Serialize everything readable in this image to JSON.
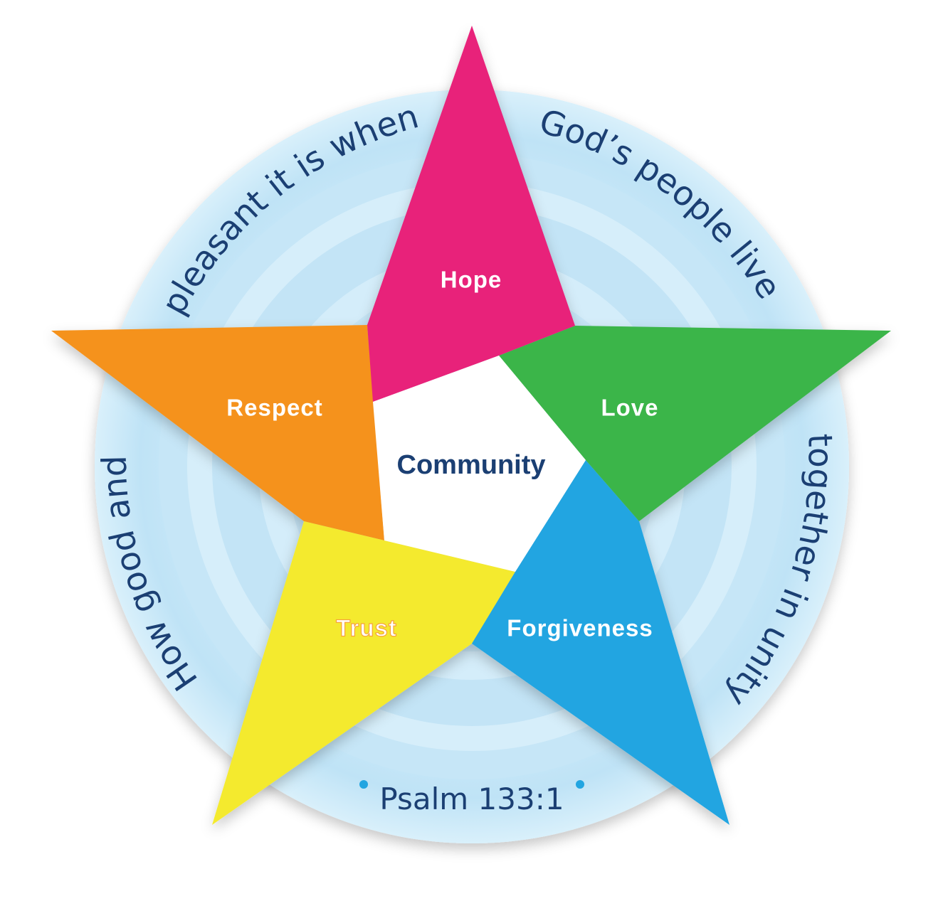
{
  "center": {
    "label": "Community"
  },
  "points": [
    {
      "key": "hope",
      "label": "Hope",
      "color": "#e8227a"
    },
    {
      "key": "love",
      "label": "Love",
      "color": "#3ab54a"
    },
    {
      "key": "forgiveness",
      "label": "Forgiveness",
      "color": "#22a5e1"
    },
    {
      "key": "trust",
      "label": "Trust",
      "color": "#f4ea2f"
    },
    {
      "key": "respect",
      "label": "Respect",
      "color": "#f5921f"
    }
  ],
  "ring_text": {
    "left": "How good and",
    "top_left": "pleasant it is when",
    "top_right": "God’s people live",
    "right": "together in unity",
    "bottom": "Psalm 133:1"
  },
  "colors": {
    "ring": "#cfeaf8",
    "ring_dark": "#a9d8f2",
    "text": "#1b3f73",
    "bullet": "#22a5e1"
  }
}
